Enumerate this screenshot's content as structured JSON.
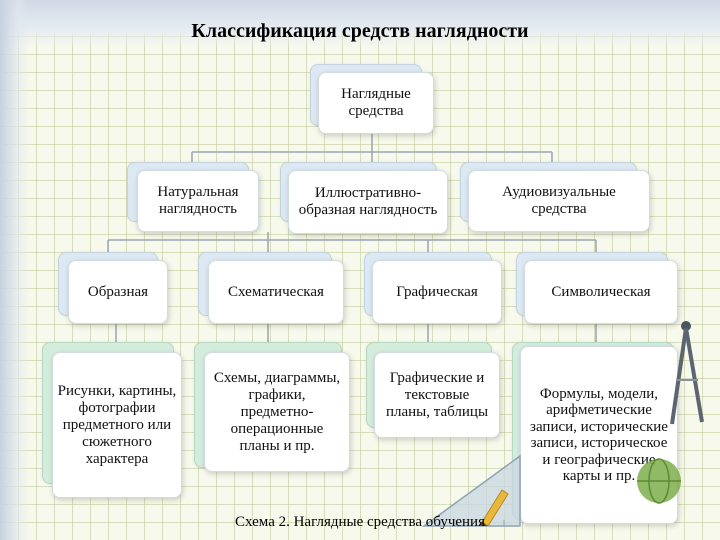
{
  "title": "Классификация средств наглядности",
  "caption": "Схема 2. Наглядные средства обучения",
  "nodes": {
    "root": "Наглядные средства",
    "natural": "Натуральная наглядность",
    "illustrative": "Иллюстративно-образная наглядность",
    "audiovisual": "Аудиовизуальные средства",
    "figurative": "Образная",
    "schematic": "Схематическая",
    "graphic": "Графическая",
    "symbolic": "Символическая",
    "figurative_detail": "Рисунки, картины, фотографии предметного или сюжетного характера",
    "schematic_detail": "Схемы, диаграммы, графики, предметно-операционные планы и пр.",
    "graphic_detail": "Графические и текстовые планы, таблицы",
    "symbolic_detail": "Формулы, модели, арифметические записи, исторические записи, историческое и географические карты и пр."
  },
  "colors": {
    "connector": "#9aa5b2",
    "back_blue": "#dde9f2",
    "back_green": "#d4ecdc"
  },
  "decorations": [
    "compass-icon",
    "ruler-icon",
    "pencil-icon",
    "globe-icon"
  ]
}
